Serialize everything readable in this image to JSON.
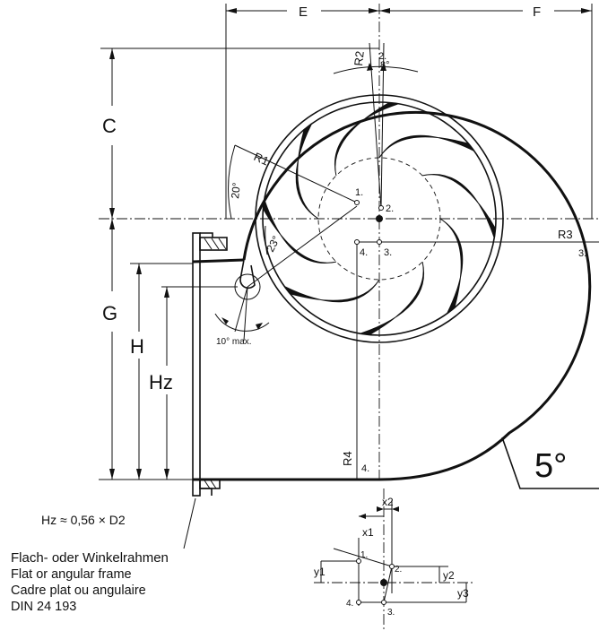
{
  "dimensions": {
    "E": "E",
    "F": "F",
    "C": "C",
    "G": "G",
    "H": "H",
    "Hz": "Hz"
  },
  "radii": {
    "R1": "R1",
    "R2": "R2",
    "R3": "R3",
    "R4": "R4"
  },
  "points": {
    "p1": "1.",
    "p2": "2.",
    "p3": "3.",
    "p4": "4."
  },
  "angles": {
    "a_top": "8°",
    "a_20": "20°",
    "a_23": "23°",
    "a_10max": "10° max.",
    "a_5": "5°"
  },
  "formula": "Hz ≈ 0,56 × D2",
  "detail": {
    "x1": "x1",
    "x2": "x2",
    "y1": "y1",
    "y2": "y2",
    "y3": "y3"
  },
  "legend": {
    "de": "Flach- oder Winkelrahmen",
    "en": "Flat or angular frame",
    "fr": "Cadre plat ou angulaire",
    "din": "DIN 24 193"
  }
}
